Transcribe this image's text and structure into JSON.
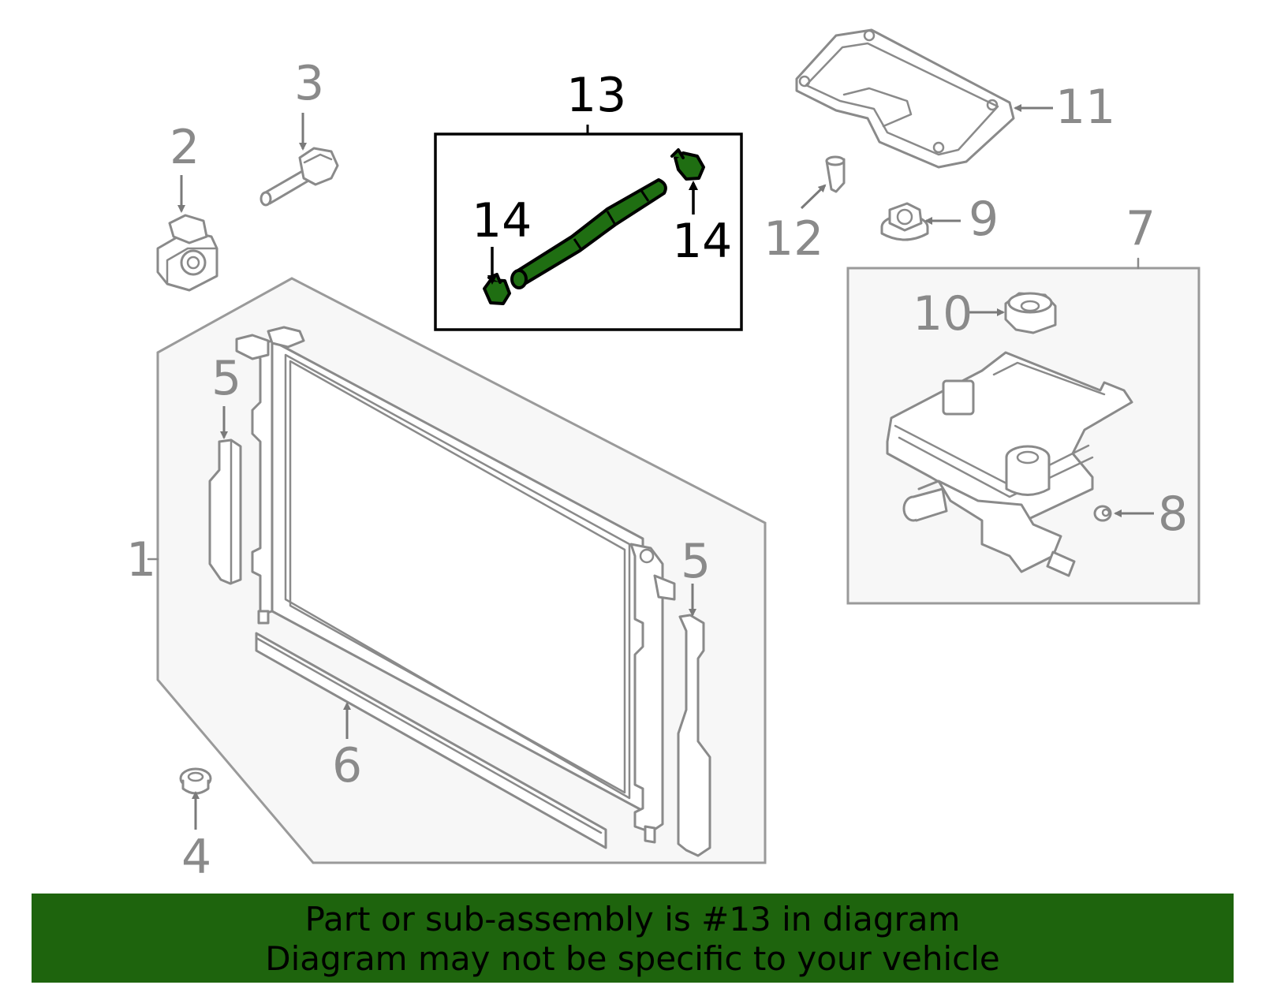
{
  "highlight_color": "#1e640d",
  "part_color": "#8a8a8a",
  "callouts": {
    "c1": "1",
    "c2": "2",
    "c3": "3",
    "c4": "4",
    "c5a": "5",
    "c5b": "5",
    "c6": "6",
    "c7": "7",
    "c8": "8",
    "c9": "9",
    "c10": "10",
    "c11": "11",
    "c12": "12",
    "c13": "13",
    "c14a": "14",
    "c14b": "14"
  },
  "banner": {
    "line1": "Part or sub-assembly is #13 in diagram",
    "line2": "Diagram may not be specific to your vehicle"
  }
}
